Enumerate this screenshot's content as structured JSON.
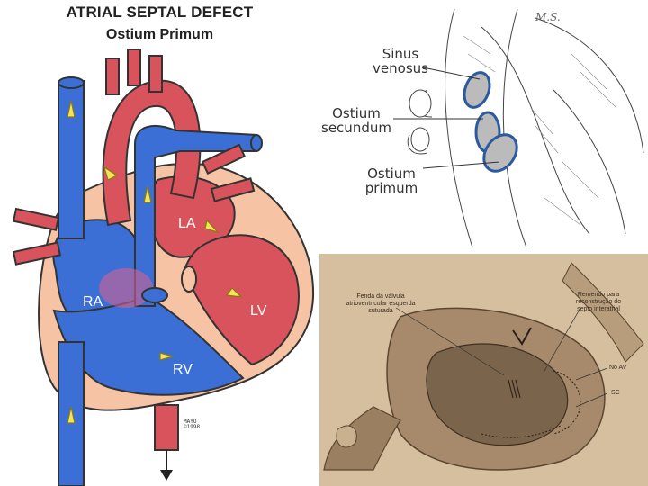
{
  "heart_diagram": {
    "title": "ATRIAL SEPTAL DEFECT",
    "subtitle": "Ostium Primum",
    "chambers": {
      "ra": "RA",
      "la": "LA",
      "rv": "RV",
      "lv": "LV"
    },
    "watermark": "MAYO\n©1998",
    "colors": {
      "oxygenated": "#d9535d",
      "deoxygenated": "#3b6fd6",
      "muscle": "#f6c3a4",
      "arrow": "#f3e45a"
    }
  },
  "septum_sketch": {
    "labels": [
      "Sinus\nvenosus",
      "Ostium\nsecundum",
      "Ostium\nprimum"
    ],
    "signature": "M.S.",
    "highlight_color": "#2c5aa0"
  },
  "surgical_drawing": {
    "labels": {
      "left": "Fenda da válvula\natrioventricular esquerda\nsuturada",
      "right": "Remendo para\nreconstrução do\nsepto interatrial",
      "no_av": "Nó AV",
      "sc": "SC"
    }
  }
}
